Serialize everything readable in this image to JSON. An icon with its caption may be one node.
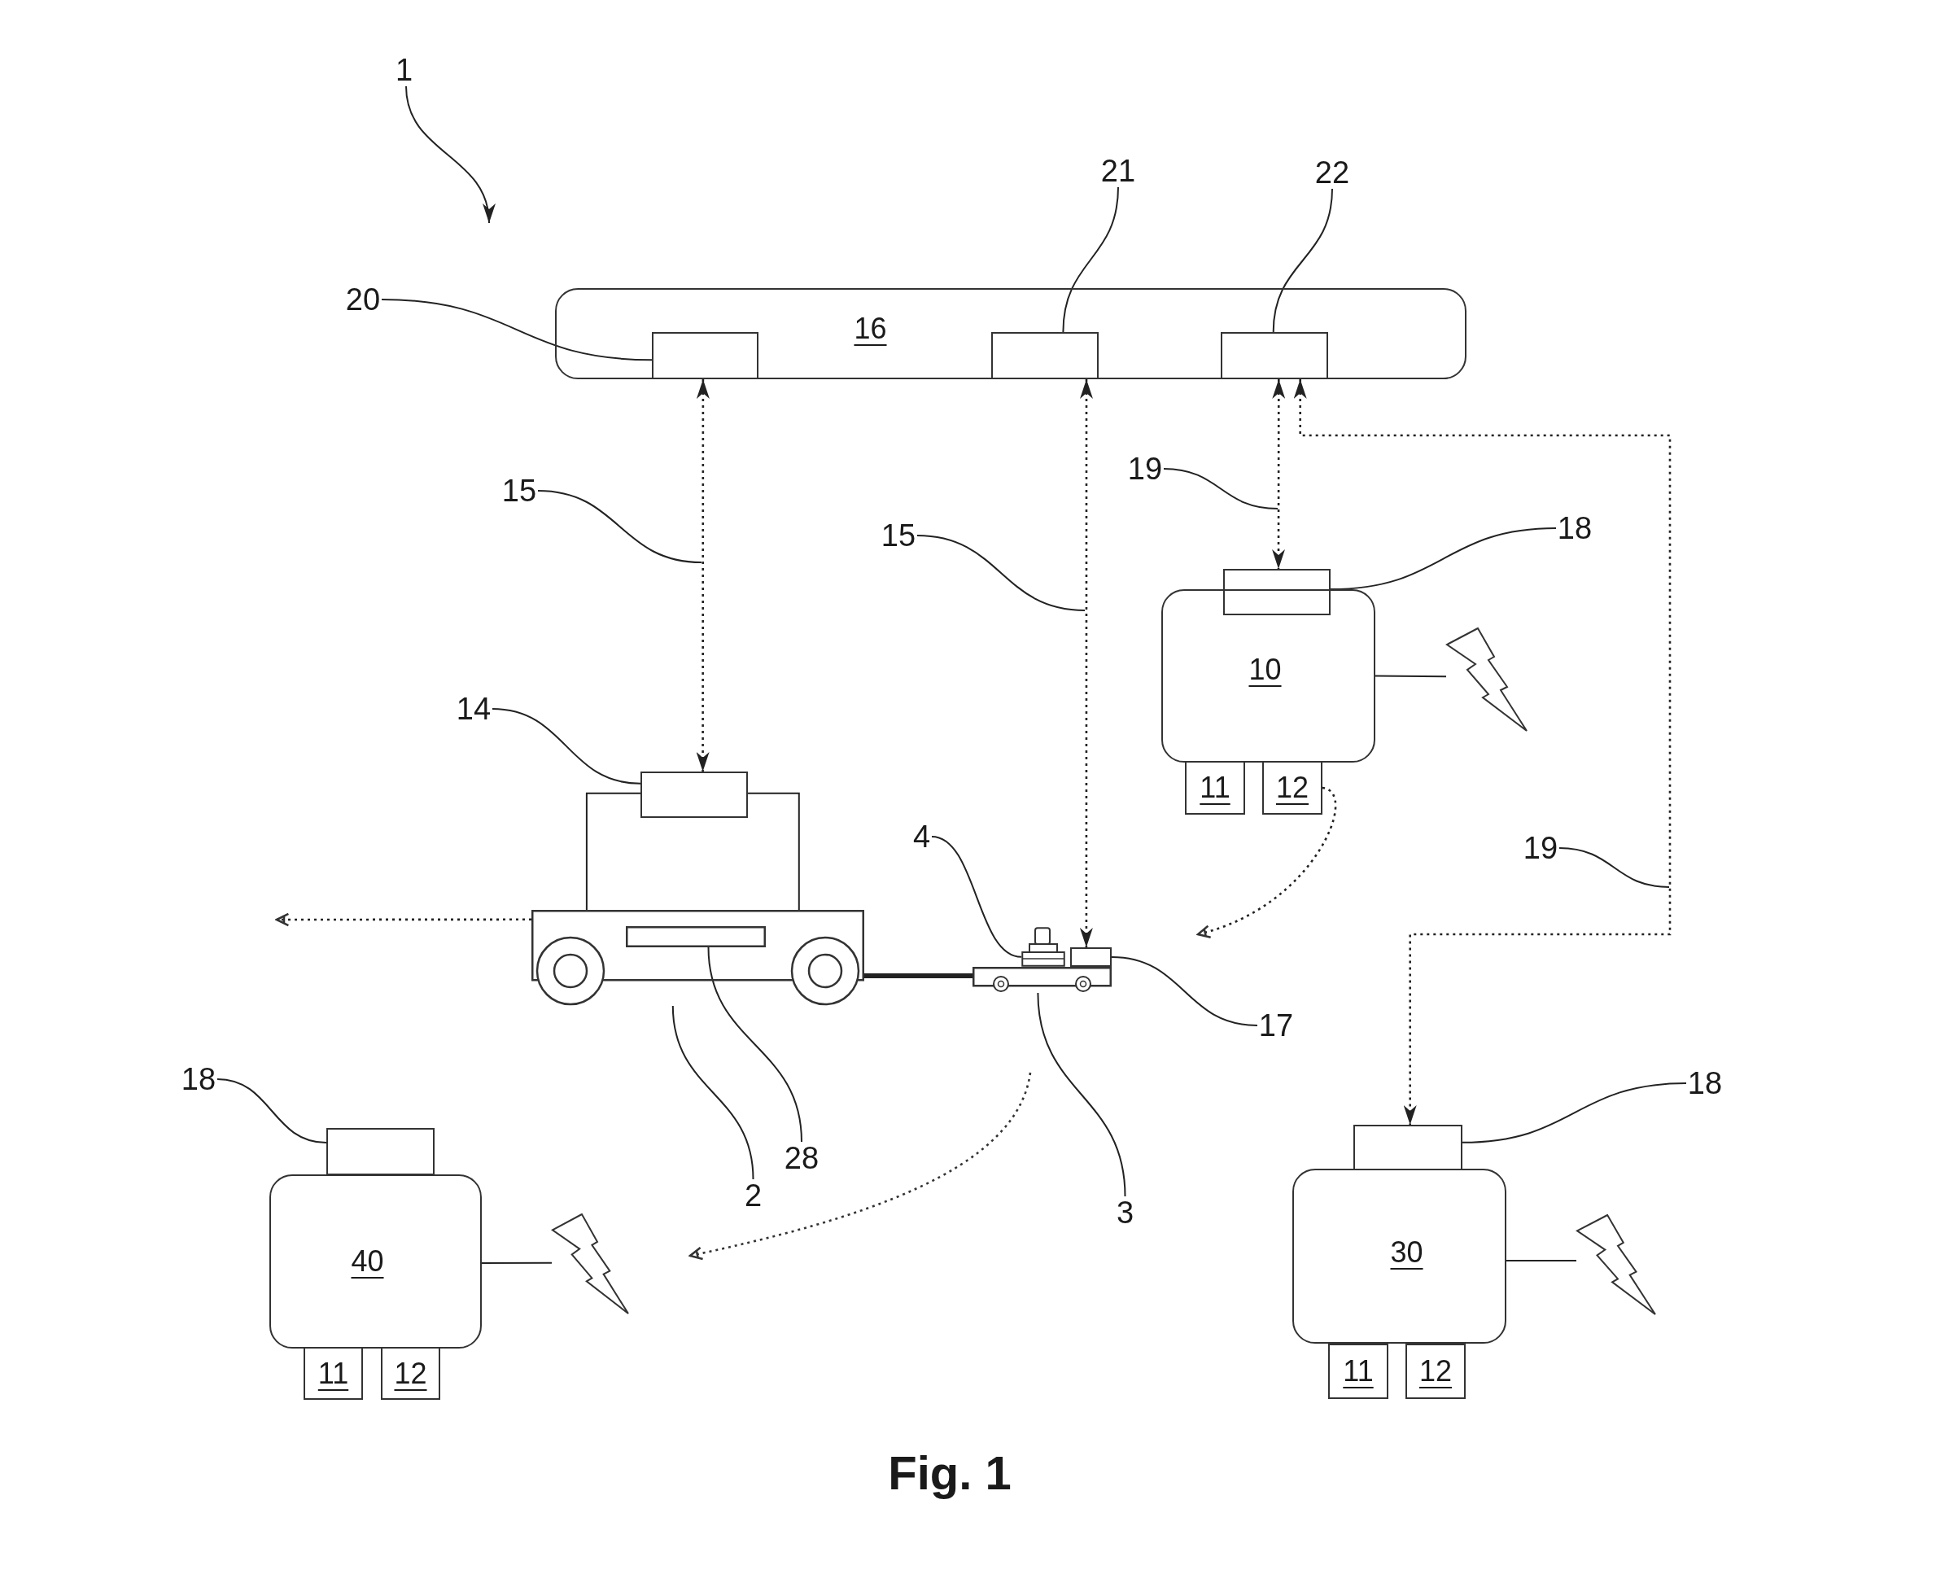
{
  "diagram": {
    "caption": "Fig. 1",
    "nodes": [
      {
        "text": [
          "1"
        ]
      },
      {
        "text": [
          "21"
        ]
      },
      {
        "text": [
          "22"
        ]
      },
      {
        "text": [
          "20"
        ]
      },
      {
        "text": [
          "16"
        ]
      },
      {
        "text": [],
        "shape": "box",
        "in": 4
      },
      {
        "text": [],
        "shape": "box",
        "in": 4
      },
      {
        "text": [],
        "shape": "box",
        "in": 4
      },
      {
        "text": [
          "19"
        ]
      },
      {
        "text": [
          "15"
        ]
      },
      {
        "text": [
          "18"
        ]
      },
      {
        "text": [
          "15"
        ]
      },
      {
        "text": [],
        "shape": "box"
      },
      {
        "text": [
          "10"
        ]
      },
      {
        "text": [],
        "shape": "picture"
      },
      {
        "text": [
          "11"
        ]
      },
      {
        "text": [
          "12"
        ]
      },
      {
        "text": [
          "14"
        ]
      },
      {
        "text": [],
        "shape": "box"
      },
      {
        "text": [
          "4"
        ]
      },
      {
        "text": [
          "19"
        ]
      },
      {
        "text": [],
        "shape": "picture"
      },
      {
        "text": [],
        "shape": "box"
      },
      {
        "text": [],
        "shape": "picture"
      },
      {
        "text": [],
        "shape": "box",
        "in": 23
      },
      {
        "text": [],
        "shape": "picture"
      },
      {
        "text": [
          "17"
        ]
      },
      {
        "text": [
          "18"
        ]
      },
      {
        "text": [
          "18"
        ]
      },
      {
        "text": [
          "2"
        ]
      },
      {
        "text": [
          "28"
        ]
      },
      {
        "text": [],
        "shape": "box"
      },
      {
        "text": [],
        "shape": "box"
      },
      {
        "text": [
          "3"
        ]
      },
      {
        "text": [
          "40"
        ]
      },
      {
        "text": [],
        "shape": "picture"
      },
      {
        "text": [
          "30"
        ]
      },
      {
        "text": [],
        "shape": "picture"
      },
      {
        "text": [
          "11"
        ]
      },
      {
        "text": [
          "12"
        ]
      },
      {
        "text": [
          "11"
        ]
      },
      {
        "text": [
          "12"
        ]
      }
    ],
    "edges": [
      {
        "from": 0,
        "to": null,
        "arrow": "to"
      },
      {
        "from": 3,
        "to": 5,
        "arrow": "none"
      },
      {
        "from": 1,
        "to": 6,
        "arrow": "none"
      },
      {
        "from": 2,
        "to": 7,
        "arrow": "none"
      },
      {
        "from": 5,
        "to": 18,
        "arrow": "both",
        "style": "dashed"
      },
      {
        "from": 6,
        "to": 22,
        "arrow": "both",
        "style": "dashed"
      },
      {
        "from": 7,
        "to": 12,
        "arrow": "both",
        "style": "dashed"
      },
      {
        "from": 7,
        "to": 32,
        "arrow": "both",
        "style": "dashed"
      },
      {
        "from": 9,
        "to": null,
        "arrow": "none"
      },
      {
        "from": 11,
        "to": null,
        "arrow": "none"
      },
      {
        "from": 8,
        "to": null,
        "arrow": "none"
      },
      {
        "from": 20,
        "to": null,
        "arrow": "none"
      },
      {
        "from": 10,
        "to": 12,
        "arrow": "none"
      },
      {
        "from": 13,
        "to": 14,
        "arrow": "none"
      },
      {
        "from": 17,
        "to": 18,
        "arrow": "none"
      },
      {
        "from": 18,
        "to": 23,
        "arrow": "none"
      },
      {
        "from": 23,
        "to": null,
        "arrow": "to",
        "style": "dashed"
      },
      {
        "from": 23,
        "to": 25,
        "arrow": "none",
        "style": "thick"
      },
      {
        "from": 19,
        "to": 21,
        "arrow": "none"
      },
      {
        "from": 26,
        "to": 22,
        "arrow": "none"
      },
      {
        "from": 29,
        "to": 23,
        "arrow": "none"
      },
      {
        "from": 30,
        "to": 24,
        "arrow": "none"
      },
      {
        "from": 33,
        "to": 25,
        "arrow": "none"
      },
      {
        "from": 27,
        "to": 31,
        "arrow": "none"
      },
      {
        "from": 28,
        "to": 32,
        "arrow": "none"
      },
      {
        "from": 34,
        "to": 35,
        "arrow": "none"
      },
      {
        "from": 36,
        "to": 37,
        "arrow": "none"
      },
      {
        "from": 16,
        "to": null,
        "arrow": "to",
        "style": "dashed"
      }
    ]
  }
}
